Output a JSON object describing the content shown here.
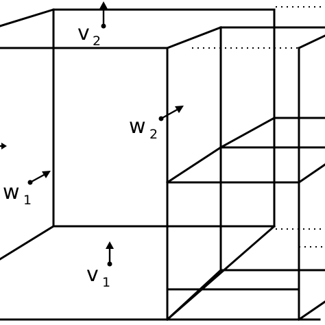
{
  "labels": {
    "v2": {
      "main": "v",
      "sub": "2"
    },
    "w2": {
      "main": "w",
      "sub": "2"
    },
    "w1": {
      "main": "w",
      "sub": "1"
    },
    "v1": {
      "main": "v",
      "sub": "1"
    }
  }
}
